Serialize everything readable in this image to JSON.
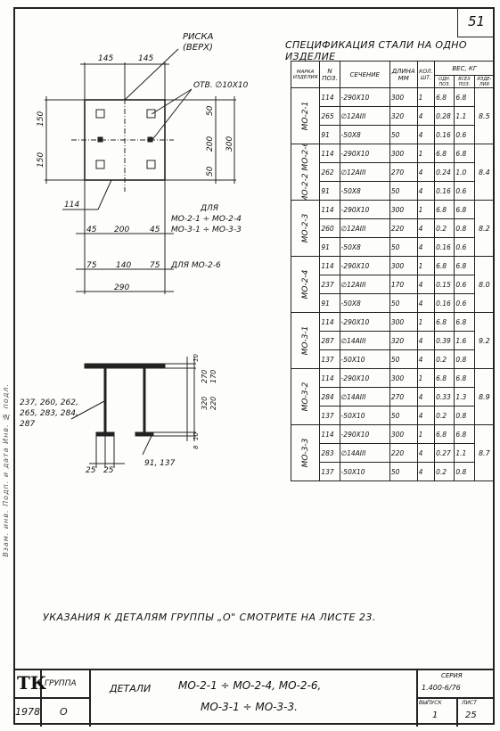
{
  "sheet_number": "51",
  "side_stamp": "Взам. инв.  Подп. и дата  Инв. № подл.",
  "drawing": {
    "plan_label_riska": "РИСКА",
    "plan_label_verh": "(ВЕРХ)",
    "plan_dim_top_a": "145",
    "plan_dim_top_b": "145",
    "plan_hole_label": "ОТВ. ∅10Х10",
    "plan_dim_left_a": "150",
    "plan_dim_left_b": "150",
    "plan_dim_r_50a": "50",
    "plan_dim_r_200": "200",
    "plan_dim_r_50b": "50",
    "plan_dim_r_300": "300",
    "plan_part_114": "114",
    "for_label": "ДЛЯ",
    "for_range1": "МО-2-1 ÷ МО-2-4",
    "for_range2": "МО-3-1 ÷ МО-3-3",
    "dim_45a": "45",
    "dim_200": "200",
    "dim_45b": "45",
    "dim_75a": "75",
    "dim_140": "140",
    "dim_75b": "75",
    "for_mo26": "ДЛЯ МО-2-6",
    "dim_290": "290",
    "elev_dim_10a": "10",
    "elev_dim_320": "320",
    "elev_dim_270": "270",
    "elev_dim_220": "220",
    "elev_dim_170": "170",
    "elev_dim_10b": "10",
    "elev_dim_8": "8",
    "elev_parts_line1": "237, 260, 262,",
    "elev_parts_line2": "265, 283, 284,",
    "elev_parts_line3": "287",
    "elev_dim_25a": "25",
    "elev_dim_25b": "25",
    "elev_parts_91": "91, 137"
  },
  "spec": {
    "title": "СПЕЦИФИКАЦИЯ СТАЛИ НА ОДНО ИЗДЕЛИЕ",
    "headers": {
      "marka": "МАРКА ИЗДЕЛИЯ",
      "n_poz": "N ПОЗ.",
      "sechenie": "СЕЧЕНИЕ",
      "dlina": "ДЛИНА ММ",
      "kol": "КОЛ. ШТ.",
      "ves": "ВЕС, КГ",
      "ves_odn": "ОДН. ПОЗ.",
      "ves_vseh": "ВСЕХ ПОЗ.",
      "ves_izd": "ИЗДЕ-ЛИЯ"
    },
    "groups": [
      {
        "mark": "МО-2-1",
        "total": "8.5",
        "rows": [
          {
            "n": "114",
            "sec": "-290Х10",
            "len": "300",
            "qty": "1",
            "w1": "6.8",
            "w2": "6.8"
          },
          {
            "n": "265",
            "sec": "∅12АIII",
            "len": "320",
            "qty": "4",
            "w1": "0.28",
            "w2": "1.1"
          },
          {
            "n": "91",
            "sec": "-50Х8",
            "len": "50",
            "qty": "4",
            "w1": "0.16",
            "w2": "0.6"
          }
        ]
      },
      {
        "mark": "МО-2-2 МО-2-6",
        "total": "8.4",
        "rows": [
          {
            "n": "114",
            "sec": "-290Х10",
            "len": "300",
            "qty": "1",
            "w1": "6.8",
            "w2": "6.8"
          },
          {
            "n": "262",
            "sec": "∅12АIII",
            "len": "270",
            "qty": "4",
            "w1": "0.24",
            "w2": "1.0"
          },
          {
            "n": "91",
            "sec": "-50Х8",
            "len": "50",
            "qty": "4",
            "w1": "0.16",
            "w2": "0.6"
          }
        ]
      },
      {
        "mark": "МО-2-3",
        "total": "8.2",
        "rows": [
          {
            "n": "114",
            "sec": "-290Х10",
            "len": "300",
            "qty": "1",
            "w1": "6.8",
            "w2": "6.8"
          },
          {
            "n": "260",
            "sec": "∅12АIII",
            "len": "220",
            "qty": "4",
            "w1": "0.2",
            "w2": "0.8"
          },
          {
            "n": "91",
            "sec": "-50Х8",
            "len": "50",
            "qty": "4",
            "w1": "0.16",
            "w2": "0.6"
          }
        ]
      },
      {
        "mark": "МО-2-4",
        "total": "8.0",
        "rows": [
          {
            "n": "114",
            "sec": "-290Х10",
            "len": "300",
            "qty": "1",
            "w1": "6.8",
            "w2": "6.8"
          },
          {
            "n": "237",
            "sec": "∅12АIII",
            "len": "170",
            "qty": "4",
            "w1": "0.15",
            "w2": "0.6"
          },
          {
            "n": "91",
            "sec": "-50Х8",
            "len": "50",
            "qty": "4",
            "w1": "0.16",
            "w2": "0.6"
          }
        ]
      },
      {
        "mark": "МО-3-1",
        "total": "9.2",
        "rows": [
          {
            "n": "114",
            "sec": "-290Х10",
            "len": "300",
            "qty": "1",
            "w1": "6.8",
            "w2": "6.8"
          },
          {
            "n": "287",
            "sec": "∅14АIII",
            "len": "320",
            "qty": "4",
            "w1": "0.39",
            "w2": "1.6"
          },
          {
            "n": "137",
            "sec": "-50Х10",
            "len": "50",
            "qty": "4",
            "w1": "0.2",
            "w2": "0.8"
          }
        ]
      },
      {
        "mark": "МО-3-2",
        "total": "8.9",
        "rows": [
          {
            "n": "114",
            "sec": "-290Х10",
            "len": "300",
            "qty": "1",
            "w1": "6.8",
            "w2": "6.8"
          },
          {
            "n": "284",
            "sec": "∅14АIII",
            "len": "270",
            "qty": "4",
            "w1": "0.33",
            "w2": "1.3"
          },
          {
            "n": "137",
            "sec": "-50Х10",
            "len": "50",
            "qty": "4",
            "w1": "0.2",
            "w2": "0.8"
          }
        ]
      },
      {
        "mark": "МО-3-3",
        "total": "8.7",
        "rows": [
          {
            "n": "114",
            "sec": "-290Х10",
            "len": "300",
            "qty": "1",
            "w1": "6.8",
            "w2": "6.8"
          },
          {
            "n": "283",
            "sec": "∅14АIII",
            "len": "220",
            "qty": "4",
            "w1": "0.27",
            "w2": "1.1"
          },
          {
            "n": "137",
            "sec": "-50Х10",
            "len": "50",
            "qty": "4",
            "w1": "0.2",
            "w2": "0.8"
          }
        ]
      }
    ]
  },
  "note": "УКАЗАНИЯ К ДЕТАЛЯМ ГРУППЫ „О\" СМОТРИТЕ НА ЛИСТЕ 23.",
  "titleblock": {
    "tk": "ТК",
    "gruppa_label": "ГРУППА",
    "year": "1978",
    "gruppa_value": "О",
    "details_label": "ДЕТАЛИ",
    "title_line1": "МО-2-1 ÷ МО-2-4, МО-2-6,",
    "title_line2": "МО-3-1 ÷ МО-3-3.",
    "seria_label": "СЕРИЯ",
    "seria_value": "1.400-6/76",
    "vypusk_label": "ВЫПУСК",
    "list_label": "ЛИСТ",
    "vypusk_value": "1",
    "list_value": "25"
  }
}
